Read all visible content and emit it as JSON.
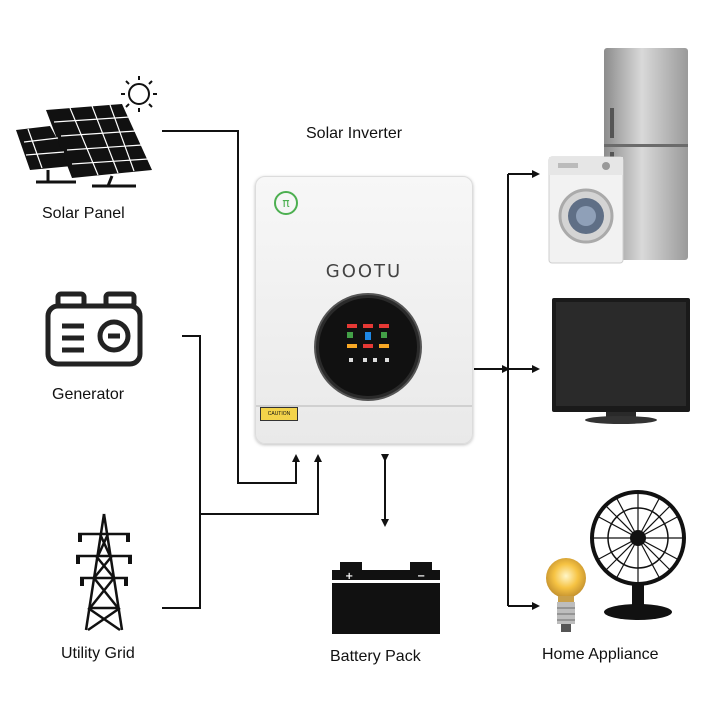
{
  "title": "Solar Inverter",
  "brand": "GOOTU",
  "nodes": {
    "solar_panel": "Solar Panel",
    "generator": "Generator",
    "utility_grid": "Utility Grid",
    "battery_pack": "Battery Pack",
    "home_appliance": "Home Appliance"
  },
  "warning_label": "CAUTION",
  "colors": {
    "line": "#111111",
    "inverter_body": "#efefef",
    "logo_green": "#4caf50"
  }
}
